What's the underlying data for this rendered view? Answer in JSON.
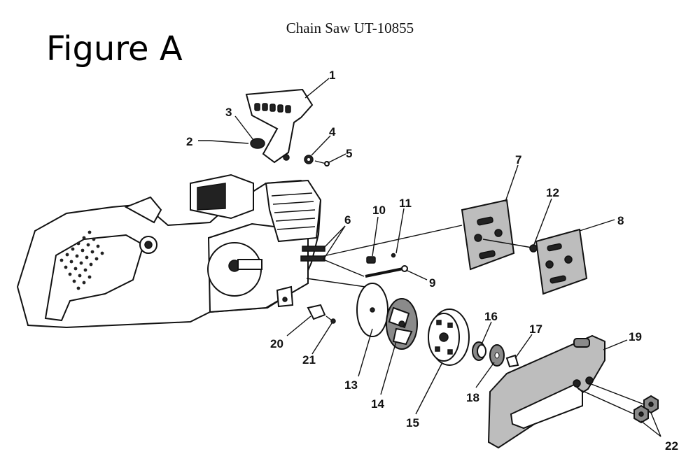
{
  "header": {
    "title": "Chain Saw UT-10855",
    "figure": "Figure A"
  },
  "callouts": [
    "1",
    "2",
    "3",
    "4",
    "5",
    "6",
    "7",
    "8",
    "9",
    "10",
    "11",
    "12",
    "13",
    "14",
    "15",
    "16",
    "17",
    "18",
    "19",
    "20",
    "21",
    "22"
  ]
}
